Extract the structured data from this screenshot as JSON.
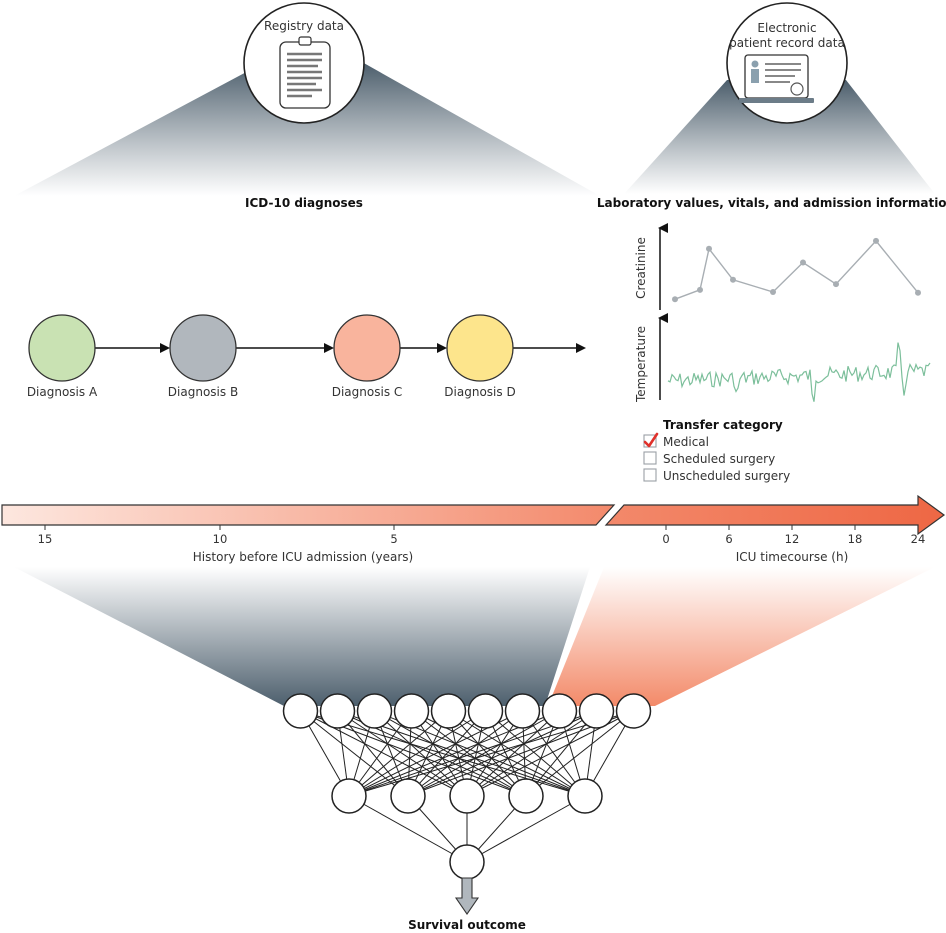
{
  "sources": {
    "registry_label": "Registry data",
    "epr_label_line1": "Electronic",
    "epr_label_line2": "patient record data",
    "icd_heading": "ICD-10 diagnoses",
    "lab_heading": "Laboratory values, vitals, and admission information"
  },
  "diagnoses": [
    {
      "label": "Diagnosis A",
      "color": "#c9e2b3"
    },
    {
      "label": "Diagnosis B",
      "color": "#b1b7bd"
    },
    {
      "label": "Diagnosis C",
      "color": "#f9b49d"
    },
    {
      "label": "Diagnosis D",
      "color": "#fde58c"
    }
  ],
  "charts": {
    "creatinine_label": "Creatinine",
    "temperature_label": "Temperature",
    "creatinine_values": [
      0.15,
      0.28,
      0.85,
      0.42,
      0.25,
      0.66,
      0.36,
      0.96,
      0.24
    ],
    "line_color": "#a8aeb3",
    "temp_color": "#7cbf9b"
  },
  "transfer": {
    "heading": "Transfer category",
    "options": [
      {
        "label": "Medical",
        "checked": true
      },
      {
        "label": "Scheduled surgery",
        "checked": false
      },
      {
        "label": "Unscheduled surgery",
        "checked": false
      }
    ],
    "check_color": "#e0312b"
  },
  "history_axis": {
    "ticks": [
      "15",
      "10",
      "5"
    ],
    "label": "History before ICU admission (years)"
  },
  "icu_axis": {
    "ticks": [
      "0",
      "6",
      "12",
      "18",
      "24"
    ],
    "label": "ICU timecourse (h)"
  },
  "network": {
    "layers": [
      10,
      5,
      1
    ],
    "output_label": "Survival outcome"
  }
}
